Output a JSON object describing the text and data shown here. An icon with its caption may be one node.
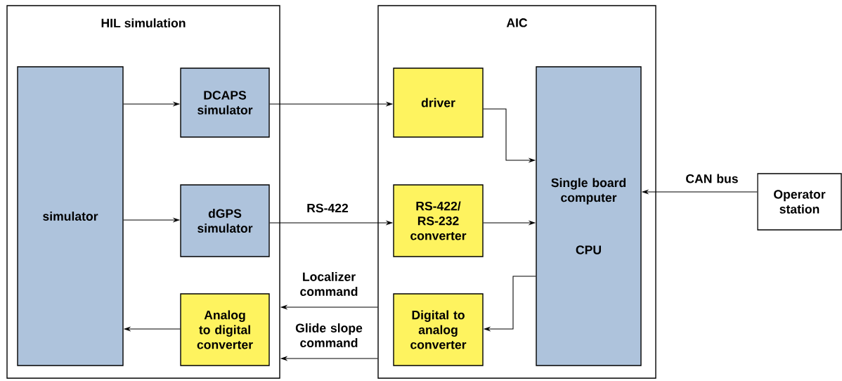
{
  "diagram": {
    "nodes": [
      {
        "text": [
          "HIL simulation"
        ]
      },
      {
        "text": [
          "simulator"
        ],
        "in": 0
      },
      {
        "text": [
          "DCAPS simulator"
        ],
        "in": 0
      },
      {
        "text": [
          "dGPS simulator"
        ],
        "in": 0
      },
      {
        "text": [
          "Analog to digital converter"
        ],
        "in": 0
      },
      {
        "text": [
          "AIC"
        ]
      },
      {
        "text": [
          "driver"
        ],
        "in": 5
      },
      {
        "text": [
          "RS-422/ RS-232 converter"
        ],
        "in": 5
      },
      {
        "text": [
          "Digital to analog converter"
        ],
        "in": 5
      },
      {
        "text": [
          "Single board computer",
          "CPU"
        ],
        "in": 5
      },
      {
        "text": [
          "Operator station"
        ]
      }
    ],
    "edges": [
      {
        "from": 1,
        "to": 2,
        "arrow": "to"
      },
      {
        "from": 1,
        "to": 3,
        "arrow": "to"
      },
      {
        "from": 4,
        "to": 1,
        "arrow": "to"
      },
      {
        "from": 2,
        "to": 6,
        "arrow": "to"
      },
      {
        "from": 3,
        "to": 7,
        "label": "RS-422",
        "arrow": "to"
      },
      {
        "from": 5,
        "to": 0,
        "label": "Localizer command",
        "arrow": "to"
      },
      {
        "from": 5,
        "to": 0,
        "label": "Glide slope command",
        "arrow": "to"
      },
      {
        "from": 6,
        "to": 9,
        "arrow": "to"
      },
      {
        "from": 7,
        "to": 9,
        "arrow": "to"
      },
      {
        "from": 9,
        "to": 8,
        "arrow": "to"
      },
      {
        "from": 10,
        "to": 9,
        "label": "CAN bus",
        "arrow": "to"
      }
    ]
  }
}
